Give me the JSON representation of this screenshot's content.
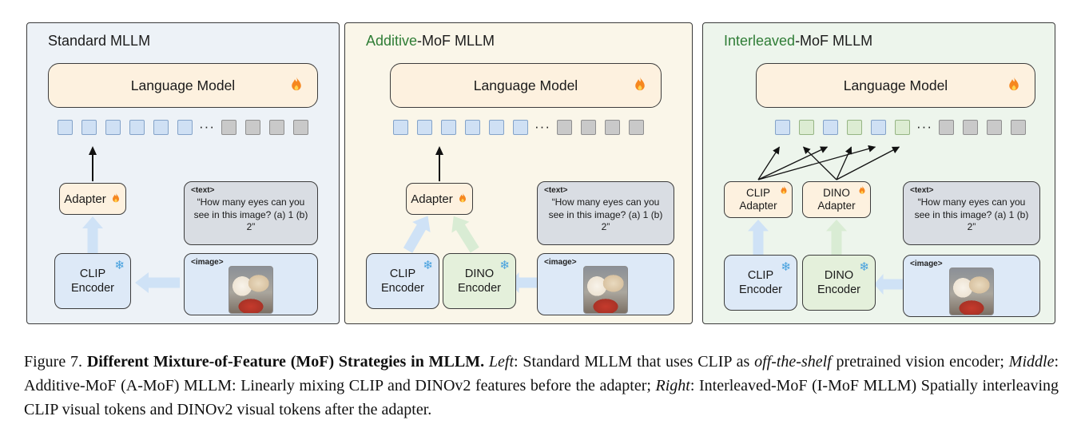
{
  "figure": {
    "panels": [
      {
        "title_parts": [
          {
            "text": "Standard MLLM",
            "accent": false
          }
        ],
        "language_model": {
          "label": "Language Model"
        },
        "tokens": [
          "clip",
          "clip",
          "clip",
          "clip",
          "clip",
          "clip",
          "ellipsis",
          "text",
          "text",
          "text",
          "text"
        ],
        "adapter": {
          "label": "Adapter"
        },
        "encoders": [
          {
            "label": "CLIP Encoder"
          }
        ],
        "prompt": {
          "tag": "<text>",
          "question": "“How many eyes can you see in this image? (a) 1 (b) 2”"
        },
        "image_input": {
          "tag": "<image>"
        }
      },
      {
        "title_parts": [
          {
            "text": "Additive",
            "accent": true
          },
          {
            "text": "-MoF MLLM",
            "accent": false
          }
        ],
        "language_model": {
          "label": "Language Model"
        },
        "tokens": [
          "clip",
          "clip",
          "clip",
          "clip",
          "clip",
          "clip",
          "ellipsis",
          "text",
          "text",
          "text",
          "text"
        ],
        "adapter": {
          "label": "Adapter"
        },
        "encoders": [
          {
            "label": "CLIP Encoder"
          },
          {
            "label": "DINO Encoder"
          }
        ],
        "prompt": {
          "tag": "<text>",
          "question": "“How many eyes can you see in this image? (a) 1 (b) 2”"
        },
        "image_input": {
          "tag": "<image>"
        }
      },
      {
        "title_parts": [
          {
            "text": "Interleaved",
            "accent": true
          },
          {
            "text": "-MoF MLLM",
            "accent": false
          }
        ],
        "language_model": {
          "label": "Language Model"
        },
        "tokens": [
          "clip",
          "dino",
          "clip",
          "dino",
          "clip",
          "dino",
          "ellipsis",
          "text",
          "text",
          "text",
          "text"
        ],
        "adapters": [
          {
            "label": "CLIP Adapter"
          },
          {
            "label": "DINO Adapter"
          }
        ],
        "encoders": [
          {
            "label": "CLIP Encoder"
          },
          {
            "label": "DINO Encoder"
          }
        ],
        "prompt": {
          "tag": "<text>",
          "question": "“How many eyes can you see in this image? (a) 1 (b) 2”"
        },
        "image_input": {
          "tag": "<image>"
        }
      }
    ]
  },
  "caption": {
    "segments": [
      {
        "text": "Figure 7. ",
        "style": "normal"
      },
      {
        "text": "Different Mixture-of-Feature (MoF) Strategies in MLLM.",
        "style": "bold"
      },
      {
        "text": " ",
        "style": "normal"
      },
      {
        "text": "Left",
        "style": "italic"
      },
      {
        "text": ": Standard MLLM that uses CLIP as ",
        "style": "normal"
      },
      {
        "text": "off-the-shelf",
        "style": "italic"
      },
      {
        "text": " pretrained vision encoder; ",
        "style": "normal"
      },
      {
        "text": "Middle",
        "style": "italic"
      },
      {
        "text": ": Additive-MoF (A-MoF) MLLM: Linearly mixing CLIP and DINOv2 features before the adapter; ",
        "style": "normal"
      },
      {
        "text": "Right",
        "style": "italic"
      },
      {
        "text": ": Interleaved-MoF (I-MoF MLLM) Spatially interleaving CLIP visual tokens and DINOv2 visual tokens after the adapter.",
        "style": "normal"
      }
    ]
  },
  "icons": {
    "fire": "🔥",
    "snowflake_glyph": "❄",
    "ellipsis_glyph": "···"
  },
  "colors": {
    "panel_standard_bg": "#edf2f7",
    "panel_additive_bg": "#faf6e9",
    "panel_interleaved_bg": "#edf5ec",
    "box_warm_bg": "#fdf1df",
    "clip_bg": "#dde9f7",
    "dino_bg": "#e4f0db",
    "text_box_bg": "#d9dde3",
    "image_box_bg": "#dde9f7",
    "token_clip": "#cfe0f4",
    "token_dino": "#dcecd2",
    "token_text": "#c9c9c9",
    "arrow_blue": "#cfe2f6",
    "arrow_green": "#d9ecd4",
    "accent_green": "#2f7d36",
    "border_dark": "#3a3a3a"
  }
}
